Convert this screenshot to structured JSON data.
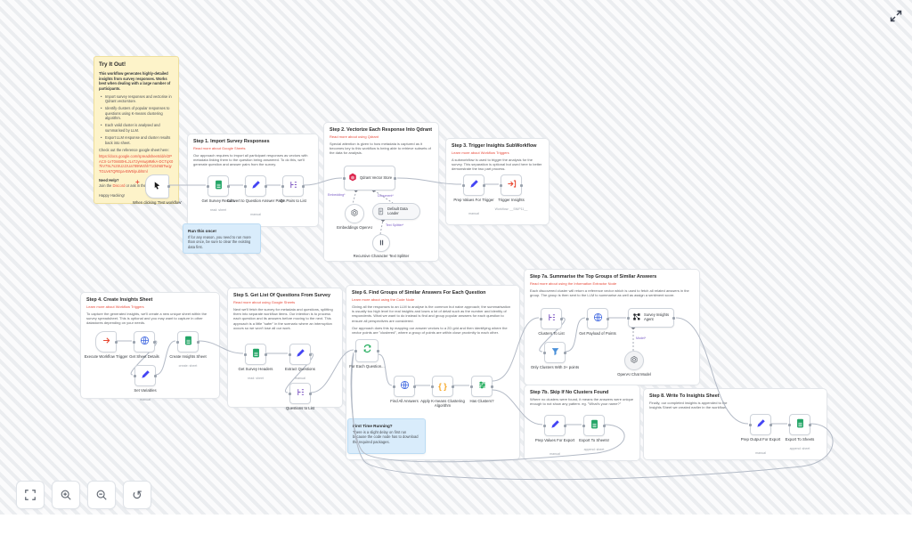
{
  "colors": {
    "accent_link": "#e74c3c",
    "sticky_yellow": "#fdf3c9",
    "sticky_blue": "#d9ecfb",
    "sheets_green": "#23a566",
    "set_node_blue": "#4445f4",
    "split_purple": "#7e57c2",
    "qdrant_red": "#dc244c",
    "http_blue": "#4169e1",
    "execute_red": "#e8452e",
    "loop_green": "#27ae60",
    "code_orange": "#f5a623",
    "filter_blue": "#4a90d9"
  },
  "sticky_try": {
    "title": "Try It Out!",
    "intro": "This workflow generates highly-detailed insights from survey responses. Works best when dealing with a large number of participants.",
    "bullets": [
      "Import survey responses and vectorise in Qdrant vectorstore.",
      "Identify clusters of popular responses to questions using K-means clustering algorithm.",
      "Each valid cluster is analysed and summarised by LLM.",
      "Export LLM response and cluster results back into sheet."
    ],
    "sheet_note": "Check out the reference google sheet here:",
    "sheet_url": "https://docs.google.com/spreadsheets/d/e/2PACX-1vT0mB0HLJLsTJyHswp9MkA-DCTqX07kV79L7s2SUzJzUa789IW4hhT1O4NBTwqyTGUv67QREpa-BW5/pubhtml",
    "help_title": "Need Help?",
    "help_pre": "Join the ",
    "help_link1": "Discord",
    "help_mid": " or ask in the ",
    "help_link2": "Forum",
    "help_post": "!",
    "happy": "Happy Hacking!"
  },
  "sticky_run_once": {
    "title": "Run this once!",
    "body": "If for any reason, you need to run more than once, be sure to clear the existing data first."
  },
  "sticky_first_time": {
    "title": "First Time Running?",
    "body": "There is a slight delay on first run because the code node has to download the required packages."
  },
  "steps": {
    "s1": {
      "title": "Step 1. Import Survey Responses",
      "link": "Read more about Google Sheets",
      "body": "Our approach requires to import all participant responses as vectors with metadata linking them to the question being answered. To do this, we'll generate question and answer pairs from the survey."
    },
    "s2": {
      "title": "Step 2. Vectorize Each Response Into Qdrant",
      "link": "Read more about using Qdrant",
      "body": "Special attention is given to how metadata is captured as it becomes key to this workflow is being able to retrieve subsets of the data for analysis."
    },
    "s3": {
      "title": "Step 3. Trigger Insights SubWorkflow",
      "link": "Learn more about Workflow Triggers",
      "body": "A subworkflow is used to trigger the analysis for the survey. This separation is optional but used here to better demonstrate the two part process."
    },
    "s4": {
      "title": "Step 4. Create Insights Sheet",
      "link": "Learn more about Workflow Triggers",
      "body": "To capture the generated insights, we'll create a new unique sheet within the survey spreadsheet. This is optional and you may want to capture in other datastores depending on your needs."
    },
    "s5": {
      "title": "Step 5. Get List Of Questions From Survey",
      "link": "Read more about using Google Sheets",
      "body": "Next we'll fetch the survey for metadata and questions, splitting them into separate workflow items. Our intention is to process each question and its answers before moving to the next. This approach is a little \"safer\" in the scenario where an interruption occurs so we won't lose all our work."
    },
    "s6": {
      "title": "Step 6. Find Groups of Similar Answers For Each Question",
      "link": "Learn more about using the Code Node",
      "body1": "Giving all the responses to an LLM to analyse is the common but naive approach; the summarisation is usually too high level for real insights and loses a lot of detail such as the number and identity of respondents. What we want to do instead is find and group popular answers for each question to ensure all perspectives are considered.",
      "body2": "Our approach does this by mapping our answer vectors to a 2D grid and then identifying where the vector points are \"clustered\", where a group of points are within close proximity to each other."
    },
    "s7a": {
      "title": "Step 7a. Summarise the Top Groups of Similar Answers",
      "link": "Read more about using the Information Extractor Node",
      "body": "Each discovered cluster will return a reference vector which is used to fetch all related answers in the group. The group is then sent to the LLM to summarise as well as assign a sentiment score."
    },
    "s7b": {
      "title": "Step 7b. Skip If No Clusters Found",
      "body": "Where no clusters were found, it means the answers were unique enough to not show any pattern. eg. \"What's your name?\""
    },
    "s8": {
      "title": "Step 8. Write To Insights Sheet",
      "body": "Finally, our completed insights is appended to the Insights Sheet we created earlier in the workflow."
    }
  },
  "nodes": {
    "when_clicking": {
      "label": "When clicking 'Test workflow'"
    },
    "get_survey_results": {
      "label": "Get Survey Results",
      "sub": "read: sheet"
    },
    "convert_to_qa": {
      "label": "Convert to Question Answer Pairs",
      "sub": "manual"
    },
    "qa_pairs_to_list": {
      "label": "QA Pairs to List"
    },
    "qdrant": {
      "label": "Qdrant Vector Store"
    },
    "embeddings": {
      "label": "Embeddings OpenAI"
    },
    "data_loader": {
      "label": "Default Data Loader"
    },
    "splitter": {
      "label": "Recursive Character Text Splitter"
    },
    "prep_trigger": {
      "label": "Prep Values For Trigger",
      "sub": "manual"
    },
    "trigger_insights": {
      "label": "Trigger Insights",
      "sub": "Workflow: __SNIP11__"
    },
    "execute_wf_trigger": {
      "label": "Execute Workflow Trigger"
    },
    "get_sheet_details": {
      "label": "Get Sheet Details"
    },
    "create_sheet": {
      "label": "Create Insights Sheet",
      "sub": "create: sheet"
    },
    "set_variables": {
      "label": "Set Variables",
      "sub": "manual"
    },
    "get_headers": {
      "label": "Get Survey Headers",
      "sub": "read: sheet"
    },
    "extract_questions": {
      "label": "Extract Questions",
      "sub": "manual"
    },
    "questions_to_list": {
      "label": "Questions to List"
    },
    "for_each": {
      "label": "For Each Question..."
    },
    "find_all": {
      "label": "Find All Answers"
    },
    "kmeans": {
      "label": "Apply K-means Clustering Algorithm"
    },
    "has_clusters": {
      "label": "Has Clusters?"
    },
    "clusters_to_list": {
      "label": "Clusters To List"
    },
    "only_clusters": {
      "label": "Only Clusters With 3+ points"
    },
    "get_payload": {
      "label": "Get Payload of Points"
    },
    "agent": {
      "label": "Survey Insights Agent"
    },
    "openai_model": {
      "label": "OpenAI Chat Model"
    },
    "prep_export_7b": {
      "label": "Prep Values For Export",
      "sub": "manual"
    },
    "export_7b": {
      "label": "Export To Sheets!",
      "sub": "append: sheet"
    },
    "prep_export_8": {
      "label": "Prep Output For Export",
      "sub": "manual"
    },
    "export_8": {
      "label": "Export To Sheets",
      "sub": "append: sheet"
    }
  },
  "connectors": {
    "embedding": "Embedding*",
    "document": "Document*",
    "text_splitter": "Text Splitter*",
    "model": "Model*",
    "add_hint": "+"
  }
}
